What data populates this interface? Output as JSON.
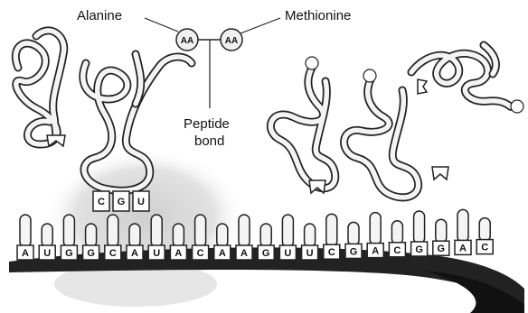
{
  "labels": {
    "alanine": "Alanine",
    "methionine": "Methionine",
    "peptide_line1": "Peptide",
    "peptide_line2": "bond",
    "aa_left": "AA",
    "aa_right": "AA"
  },
  "anticodon": [
    "C",
    "G",
    "U"
  ],
  "mrna_bases": [
    "A",
    "U",
    "G",
    "G",
    "C",
    "A",
    "U",
    "A",
    "C",
    "A",
    "A",
    "G",
    "U",
    "U",
    "C",
    "G",
    "A",
    "C",
    "G",
    "G",
    "A",
    "C"
  ],
  "colors": {
    "ink": "#222222",
    "shade": "#d9d9d9",
    "tube_fill": "#f4f4f4"
  }
}
